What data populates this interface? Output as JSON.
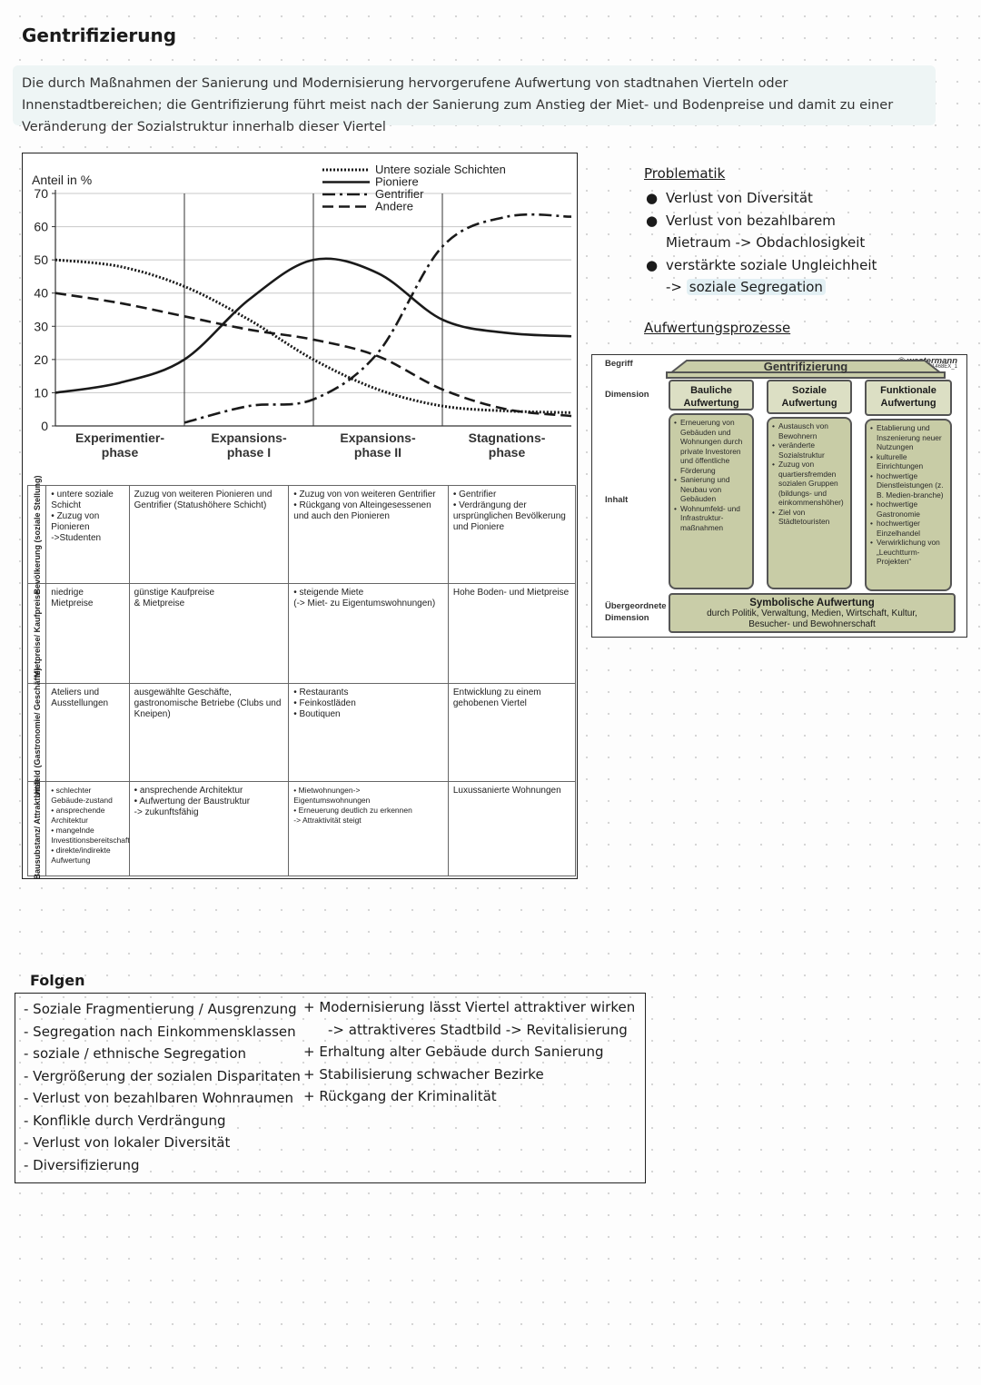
{
  "title": "Gentrifizierung",
  "definition": "Die durch Maßnahmen der Sanierung und Modernisierung hervorgerufene Aufwertung von stadtnahen Vierteln oder Innenstadtbereichen; die Gentrifizierung führt meist nach der Sanierung zum Anstieg der Miet- und Bodenpreise und damit zu einer Veränderung der Sozialstruktur innerhalb dieser Viertel",
  "chart_data": {
    "type": "line",
    "ylabel": "Anteil in %",
    "ylim": [
      0,
      70
    ],
    "yticks": [
      "0",
      "10",
      "20",
      "30",
      "40",
      "50",
      "60",
      "70"
    ],
    "grid": true,
    "legend_position": "top-right",
    "x": [
      0,
      0.5,
      1,
      1.5,
      2,
      2.5,
      3,
      3.5,
      4
    ],
    "phases": [
      "Experimentier- phase",
      "Expansions- phase I",
      "Expansions- phase II",
      "Stagnations- phase"
    ],
    "series": [
      {
        "name": "Untere soziale Schichten",
        "style": "dotted",
        "values": [
          50,
          48,
          42,
          32,
          20,
          11,
          6,
          4.5,
          4
        ]
      },
      {
        "name": "Pioniere",
        "style": "solid",
        "values": [
          10,
          13,
          20,
          38,
          50,
          46,
          32,
          28,
          27
        ]
      },
      {
        "name": "Gentrifier",
        "style": "dash-dot",
        "values": [
          null,
          null,
          1,
          6,
          8,
          22,
          54,
          63,
          63
        ]
      },
      {
        "name": "Andere",
        "style": "dashed",
        "values": [
          40,
          37,
          33,
          29,
          26,
          21,
          11,
          5,
          3
        ]
      }
    ]
  },
  "phase_table": {
    "rows": [
      {
        "head": "Bevölkerung (soziale Stellung)",
        "cells": [
          [
            "• untere soziale Schicht",
            "• Zuzug von Pionieren",
            "->Studenten"
          ],
          [
            "Zuzug von weiteren Pionieren und Gentrifier (Statushöhere Schicht)"
          ],
          [
            "• Zuzug von von weiteren Gentrifier",
            "• Rückgang von Alteingesessenen und auch den Pionieren"
          ],
          [
            "• Gentrifier",
            "• Verdrängung der ursprünglichen Bevölkerung und Pioniere"
          ]
        ]
      },
      {
        "head": "Mietpreise/ Kaufpreise",
        "cells": [
          [
            "niedrige Mietpreise"
          ],
          [
            "günstige Kaufpreise",
            "& Mietpreise"
          ],
          [
            "• steigende Miete",
            "(-> Miet- zu Eigentumswohnungen)"
          ],
          [
            "Hohe Boden- und Mietpreise"
          ]
        ]
      },
      {
        "head": "Umfeld (Gastronomie/ Geschäfte)",
        "cells": [
          [
            "Ateliers und Ausstellungen"
          ],
          [
            "ausgewählte Geschäfte, gastronomische Betriebe (Clubs und Kneipen)"
          ],
          [
            "• Restaurants",
            "• Feinkostläden",
            "• Boutiquen"
          ],
          [
            "Entwicklung zu einem gehobenen Viertel"
          ]
        ]
      },
      {
        "head": "Bausubstanz/ Attraktivität",
        "cells": [
          [
            "• schlechter Gebäude-zustand",
            "• ansprechende Architektur",
            "• mangelnde Investitionsbereitschaft",
            "• direkte/indirekte Aufwertung"
          ],
          [
            "• ansprechende Architektur",
            "• Aufwertung der Baustruktur",
            "-> zukunftsfähig"
          ],
          [
            "• Mietwohnungen->",
            "Eigentumswohnungen",
            "• Erneuerung deutlich zu erkennen",
            "-> Attraktivität steigt"
          ],
          [
            "Luxussanierte Wohnungen"
          ]
        ]
      }
    ]
  },
  "problematik": {
    "heading": "Problematik",
    "items": [
      "Verlust von Diversität",
      "Verlust von bezahlbarem",
      "verstärkte soziale Ungleichheit"
    ],
    "item2_cont": "Mietraum -> Obdachlosigkeit",
    "item3_cont_prefix": "->",
    "item3_cont_highlight": "soziale Segregation"
  },
  "aufwertung_heading": "Aufwertungsprozesse",
  "diagram": {
    "copyright": "© westermann",
    "code": "31468EX_1",
    "labels": {
      "begriff": "Begriff",
      "dimension": "Dimension",
      "inhalt": "Inhalt",
      "uebergeordnet": "Übergeordnete Dimension"
    },
    "roof": "Gentrifizierung",
    "pillars": [
      {
        "title": "Bauliche Aufwertung",
        "items": [
          "Erneuerung von Gebäuden und Wohnungen durch private Investoren und öffentliche Förderung",
          "Sanierung und Neubau von Gebäuden",
          "Wohnumfeld- und Infrastruktur-maßnahmen"
        ]
      },
      {
        "title": "Soziale Aufwertung",
        "items": [
          "Austausch von Bewohnern",
          "veränderte Sozialstruktur",
          "Zuzug von quartiersfremden sozialen Gruppen (bildungs- und einkommenshöher)",
          "Ziel von Städtetouristen"
        ]
      },
      {
        "title": "Funktionale Aufwertung",
        "items": [
          "Etablierung und Inszenierung neuer Nutzungen",
          "kulturelle Einrichtungen",
          "hochwertige Dienstleistungen (z. B. Medien-branche)",
          "hochwertige Gastronomie",
          "hochwertiger Einzelhandel",
          "Verwirklichung von „Leuchtturm-Projekten“"
        ]
      }
    ],
    "base_title": "Symbolische Aufwertung",
    "base_text": "durch Politik, Verwaltung, Medien, Wirtschaft, Kultur, Besucher- und Bewohnerschaft"
  },
  "folgen": {
    "heading": "Folgen",
    "negatives": [
      "- Soziale Fragmentierung / Ausgrenzung",
      "- Segregation nach Einkommensklassen",
      "- soziale / ethnische Segregation",
      "- Vergrößerung der sozialen Disparitaten",
      "- Verlust von bezahlbaren Wohnraumen",
      "- Konflikle durch Verdrängung",
      "- Verlust von lokaler Diversität",
      "- Diversifizierung"
    ],
    "positives": [
      "+ Modernisierung lässt Viertel attraktiver wirken",
      "-> attraktiveres Stadtbild -> Revitalisierung",
      "+ Erhaltung alter Gebäude durch Sanierung",
      "+ Stabilisierung schwacher Bezirke",
      "+ Rückgang der Kriminalität"
    ]
  }
}
